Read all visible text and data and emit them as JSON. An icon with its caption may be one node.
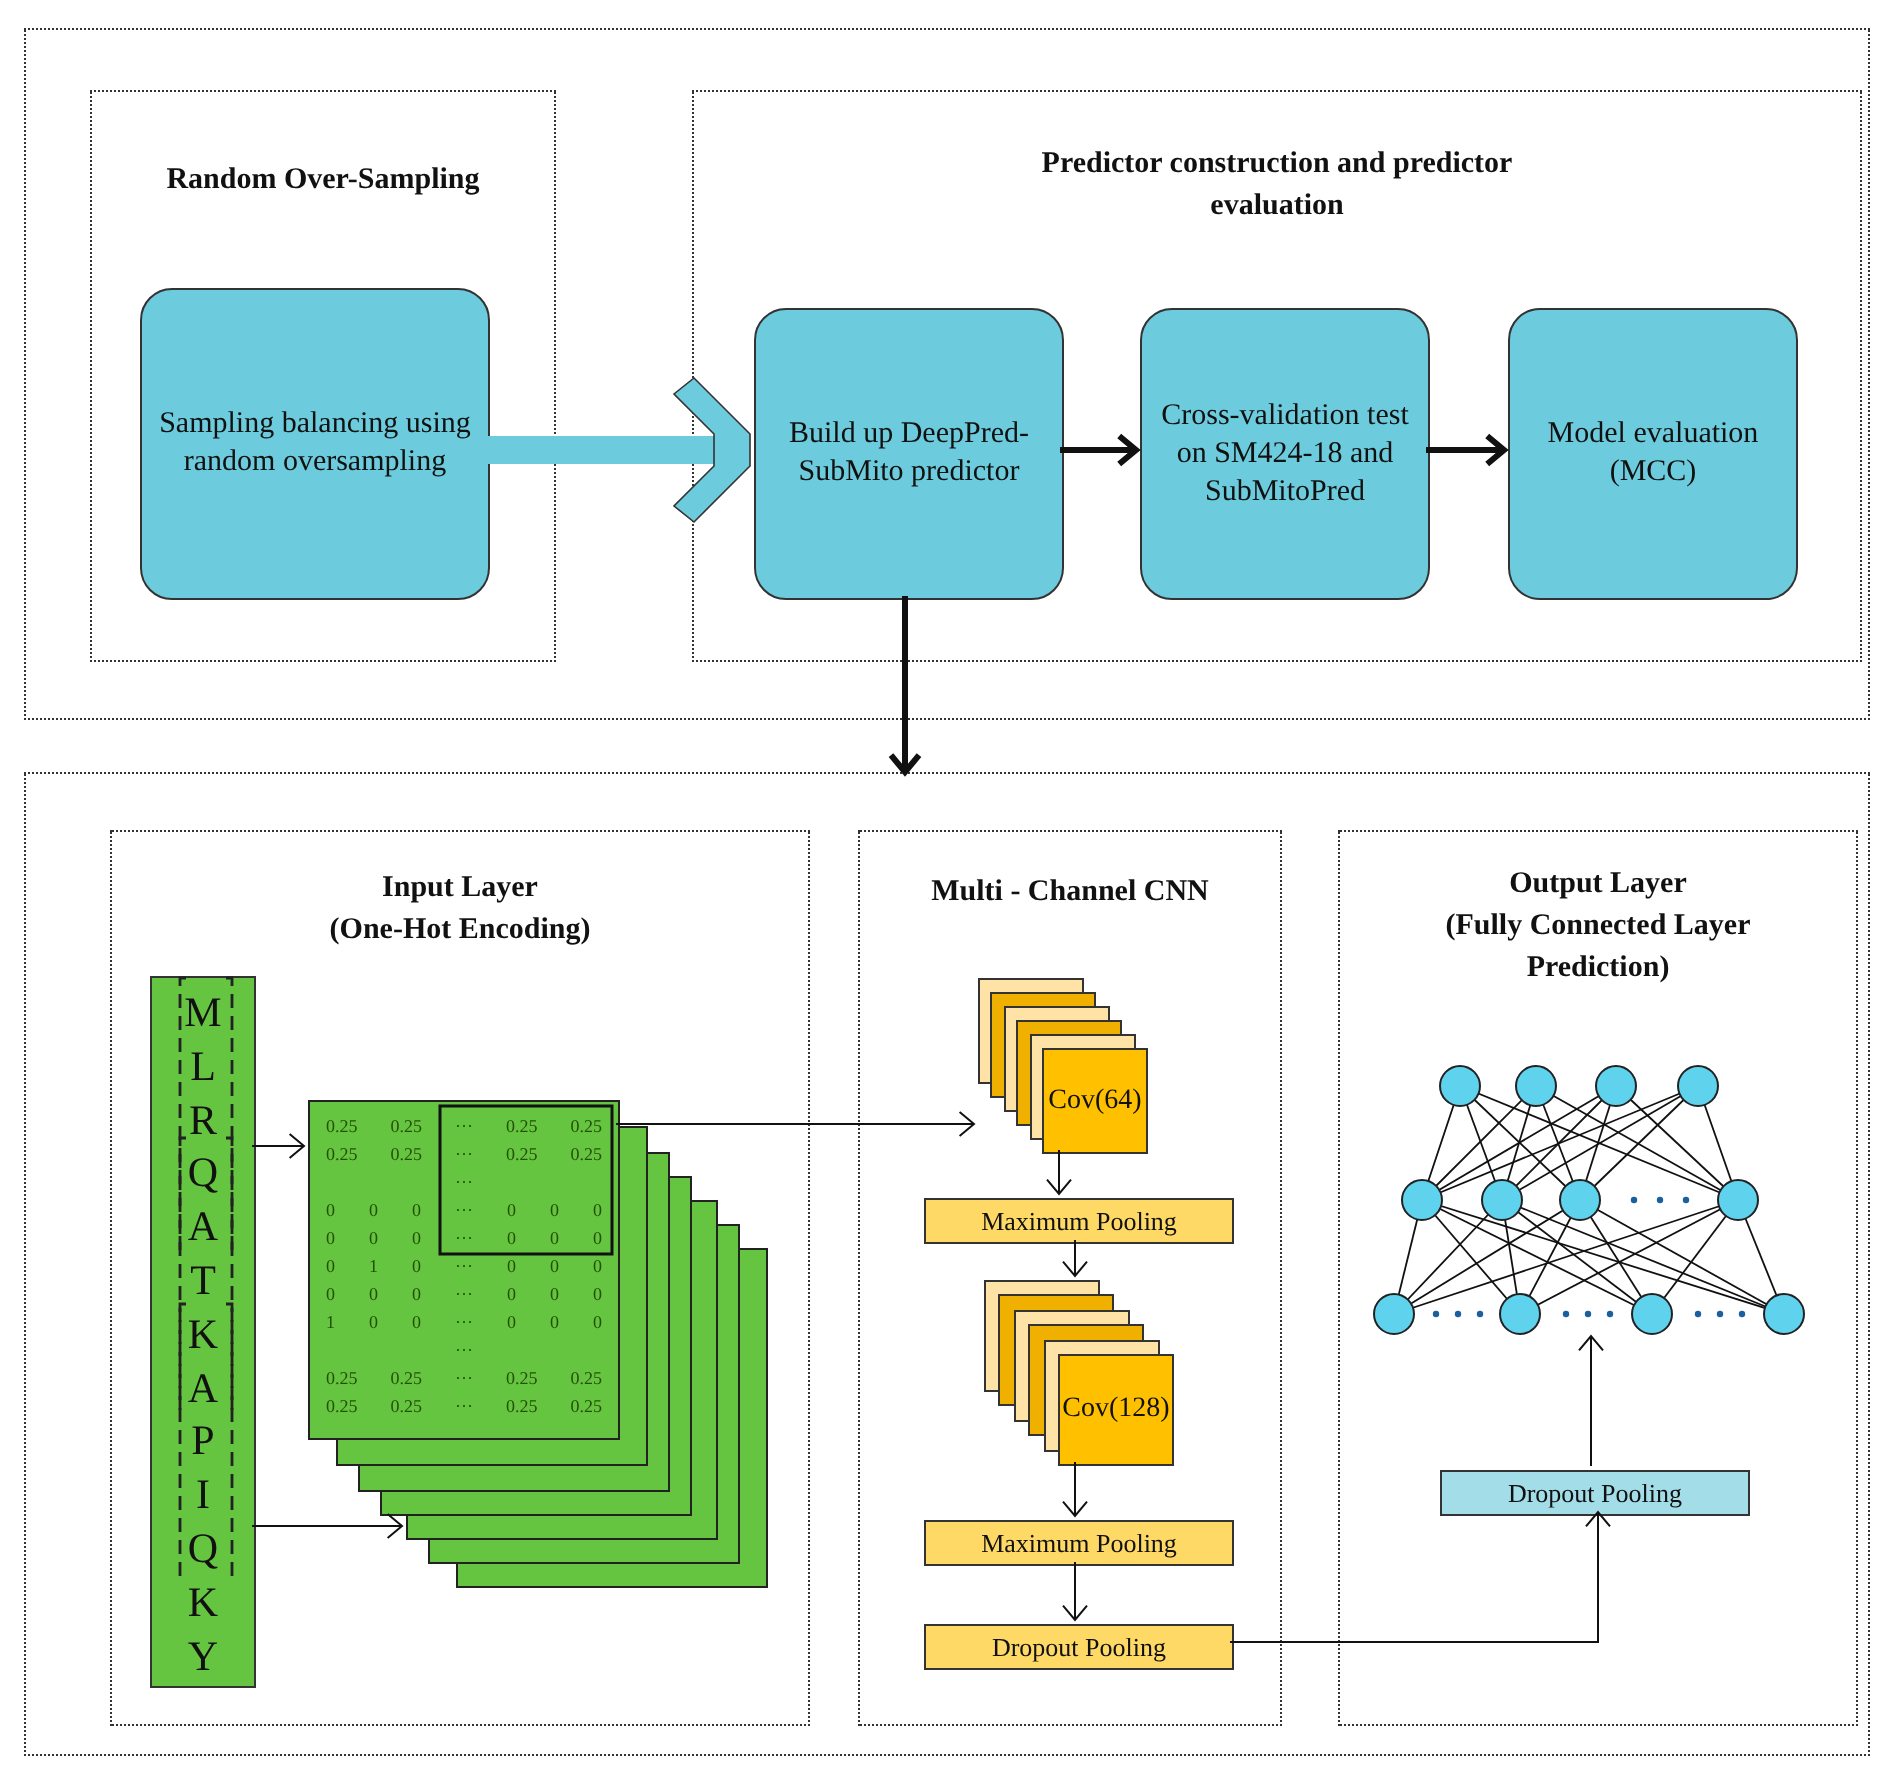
{
  "diagram": {
    "nodes": [
      {
        "text": [],
        "shape": "box"
      },
      {
        "text": [
          "Random Over-Sampling"
        ],
        "in": 0
      },
      {
        "text": [
          "Sampling balancing using random oversampling"
        ],
        "in": 1
      },
      {
        "text": [
          "Predictor construction and predictor evaluation"
        ],
        "in": 0
      },
      {
        "text": [
          "Build up DeepPred-SubMito predictor"
        ],
        "in": 3
      },
      {
        "text": [
          "Cross-validation test on SM424-18 and SubMitoPred"
        ],
        "in": 3
      },
      {
        "text": [
          "Model evaluation (MCC)"
        ],
        "in": 3
      },
      {
        "text": [],
        "shape": "box"
      },
      {
        "text": [
          "Input Layer",
          "(One-Hot Encoding)"
        ],
        "in": 7
      },
      {
        "text": [
          "M",
          "L",
          "R",
          "Q",
          "A",
          "T",
          "K",
          "A",
          "P",
          "I",
          "Q",
          "K",
          "Y"
        ],
        "in": 8
      },
      {
        "text": [
          "0.25 0.25 ··· 0.25 0.25",
          "0.25 0.25 ··· 0.25 0.25",
          "···",
          "0 0 0 ··· 0 0 0",
          "0 0 0 ··· 0 0 0",
          "0 1 0 ··· 0 0 0",
          "0 0 0 ··· 0 0 0",
          "1 0 0 ··· 0 0 0",
          "···",
          "0.25 0.25 ··· 0.25 0.25",
          "0.25 0.25 ··· 0.25 0.25"
        ],
        "in": 8
      },
      {
        "text": [
          "Multi - Channel  CNN"
        ],
        "in": 7
      },
      {
        "text": [
          "Cov(64)"
        ],
        "in": 11
      },
      {
        "text": [
          "Maximum Pooling"
        ],
        "in": 11
      },
      {
        "text": [
          "Cov(128)"
        ],
        "in": 11
      },
      {
        "text": [
          "Maximum Pooling"
        ],
        "in": 11
      },
      {
        "text": [
          "Dropout Pooling"
        ],
        "in": 11
      },
      {
        "text": [
          "Output Layer",
          "(Fully Connected Layer Prediction)"
        ],
        "in": 7
      },
      {
        "text": [],
        "shape": "picture",
        "in": 17
      },
      {
        "text": [
          "Dropout Pooling"
        ],
        "in": 17
      }
    ],
    "edges": [
      {
        "from": 2,
        "to": 4,
        "arrow": "to",
        "style": "thick",
        "color": "#6ccbdc"
      },
      {
        "from": 4,
        "to": 5,
        "arrow": "to",
        "style": "thick"
      },
      {
        "from": 5,
        "to": 6,
        "arrow": "to",
        "style": "thick"
      },
      {
        "from": 4,
        "to": 7,
        "arrow": "to",
        "style": "thick"
      },
      {
        "from": 9,
        "to": 10,
        "arrow": "to"
      },
      {
        "from": 9,
        "to": 10,
        "arrow": "to"
      },
      {
        "from": 10,
        "to": 12,
        "arrow": "to"
      },
      {
        "from": 12,
        "to": 13,
        "arrow": "to"
      },
      {
        "from": 13,
        "to": 14,
        "arrow": "to"
      },
      {
        "from": 14,
        "to": 15,
        "arrow": "to"
      },
      {
        "from": 15,
        "to": 16,
        "arrow": "to"
      },
      {
        "from": 16,
        "to": 19,
        "arrow": "to"
      },
      {
        "from": 19,
        "to": 18,
        "arrow": "to"
      }
    ]
  }
}
